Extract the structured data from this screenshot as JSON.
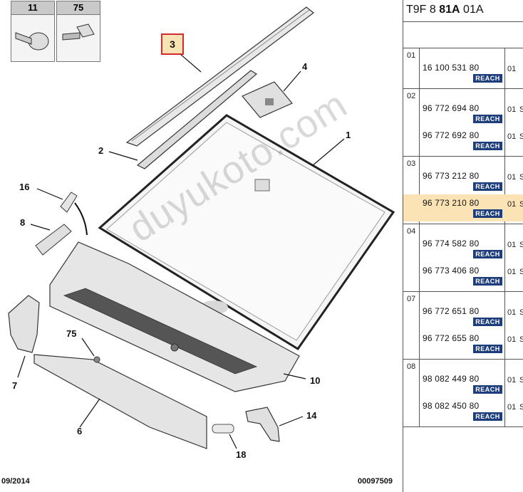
{
  "header": {
    "prefix": "T9F 8 ",
    "bold": "81A",
    "suffix": " 01A"
  },
  "fasteners": [
    {
      "number": "11",
      "icon": "screw-icon"
    },
    {
      "number": "75",
      "icon": "bolt-icon"
    }
  ],
  "callouts": {
    "c3": "3",
    "c4": "4",
    "c1": "1",
    "c2": "2",
    "c16": "16",
    "c8": "8",
    "c7": "7",
    "c75": "75",
    "c6": "6",
    "c10": "10",
    "c14": "14",
    "c18": "18"
  },
  "footer": {
    "date": "09/2014",
    "ref": "00097509"
  },
  "watermark": "duyukoto.com",
  "reach_label": "REACH",
  "groups": [
    {
      "number": "01",
      "rows": [
        {
          "part": "16 100 531 80",
          "qty": "01",
          "reach": true,
          "selected": false
        }
      ]
    },
    {
      "number": "02",
      "rows": [
        {
          "part": "96 772 694 80",
          "qty": "01",
          "extra": "S",
          "reach": true,
          "selected": false
        },
        {
          "part": "96 772 692 80",
          "qty": "01",
          "extra": "S",
          "reach": true,
          "selected": false
        }
      ]
    },
    {
      "number": "03",
      "rows": [
        {
          "part": "96 773 212 80",
          "qty": "01",
          "extra": "S",
          "reach": true,
          "selected": false
        },
        {
          "part": "96 773 210 80",
          "qty": "01",
          "extra": "S",
          "reach": true,
          "selected": true
        }
      ]
    },
    {
      "number": "04",
      "rows": [
        {
          "part": "96 774 582 80",
          "qty": "01",
          "extra": "S",
          "reach": true,
          "selected": false
        },
        {
          "part": "96 773 406 80",
          "qty": "01",
          "extra": "S",
          "reach": true,
          "selected": false
        }
      ]
    },
    {
      "number": "07",
      "rows": [
        {
          "part": "96 772 651 80",
          "qty": "01",
          "extra": "S",
          "reach": true,
          "selected": false
        },
        {
          "part": "96 772 655 80",
          "qty": "01",
          "extra": "S",
          "reach": true,
          "selected": false
        }
      ]
    },
    {
      "number": "08",
      "rows": [
        {
          "part": "98 082 449 80",
          "qty": "01",
          "extra": "S",
          "reach": true,
          "selected": false
        },
        {
          "part": "98 082 450 80",
          "qty": "01",
          "extra": "S",
          "reach": true,
          "selected": false
        }
      ]
    }
  ],
  "colors": {
    "highlight": "#f7e3b4",
    "highlight_border": "#d42a2a",
    "reach_bg": "#1d3e7a"
  }
}
